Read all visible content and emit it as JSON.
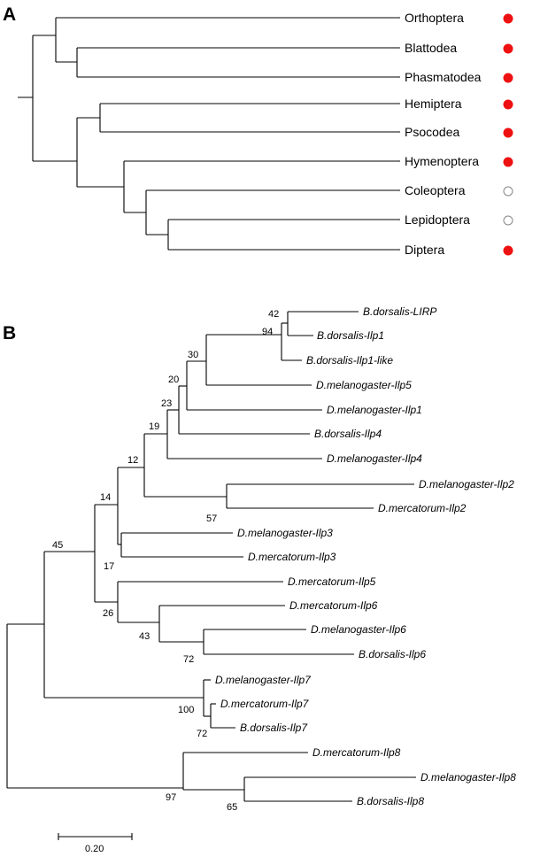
{
  "panel_a": {
    "label": "A",
    "taxa": [
      {
        "name": "Orthoptera",
        "marker": "filled"
      },
      {
        "name": "Blattodea",
        "marker": "filled"
      },
      {
        "name": "Phasmatodea",
        "marker": "filled"
      },
      {
        "name": "Hemiptera",
        "marker": "filled"
      },
      {
        "name": "Psocodea",
        "marker": "filled"
      },
      {
        "name": "Hymenoptera",
        "marker": "filled"
      },
      {
        "name": "Coleoptera",
        "marker": "open"
      },
      {
        "name": "Lepidoptera",
        "marker": "open"
      },
      {
        "name": "Diptera",
        "marker": "filled"
      }
    ]
  },
  "panel_b": {
    "label": "B",
    "taxa": [
      "B.dorsalis-LIRP",
      "B.dorsalis-Ilp1",
      "B.dorsalis-Ilp1-like",
      "D.melanogaster-Ilp5",
      "D.melanogaster-Ilp1",
      "B.dorsalis-Ilp4",
      "D.melanogaster-Ilp4",
      "D.melanogaster-Ilp2",
      "D.mercatorum-Ilp2",
      "D.melanogaster-Ilp3",
      "D.mercatorum-Ilp3",
      "D.mercatorum-Ilp5",
      "D.mercatorum-Ilp6",
      "D.melanogaster-Ilp6",
      "B.dorsalis-Ilp6",
      "D.melanogaster-Ilp7",
      "D.mercatorum-Ilp7",
      "B.dorsalis-Ilp7",
      "D.mercatorum-Ilp8",
      "D.melanogaster-Ilp8",
      "B.dorsalis-Ilp8"
    ],
    "bootstrap": [
      "42",
      "94",
      "30",
      "20",
      "23",
      "19",
      "12",
      "14",
      "57",
      "45",
      "17",
      "26",
      "43",
      "72",
      "100",
      "72",
      "97",
      "65"
    ],
    "scale_bar_label": "0.20"
  },
  "colors": {
    "line": "#000000",
    "filled_marker": "#ee1111",
    "open_marker_stroke": "#888888"
  }
}
